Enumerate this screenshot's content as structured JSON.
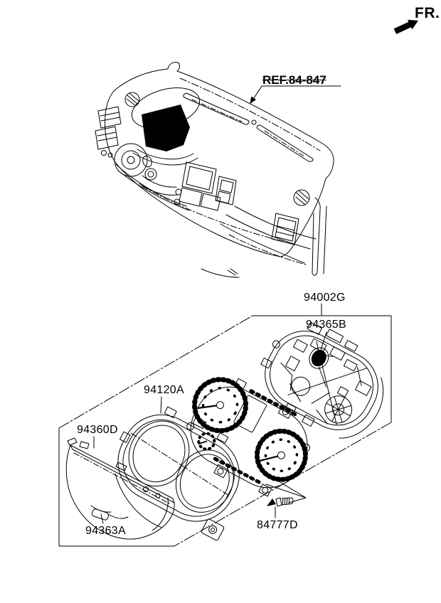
{
  "page": {
    "background": "#ffffff",
    "line_color": "#000000",
    "kind": "exploded parts diagram - instrument cluster"
  },
  "direction_indicator": {
    "label": "FR."
  },
  "reference_callout": {
    "label": "REF.84-847"
  },
  "parts": {
    "cluster_assembly": "94002G",
    "seal_cap": "94365B",
    "bezel": "94120A",
    "lens": "94360D",
    "clip": "94363A",
    "screw": "84777D"
  }
}
